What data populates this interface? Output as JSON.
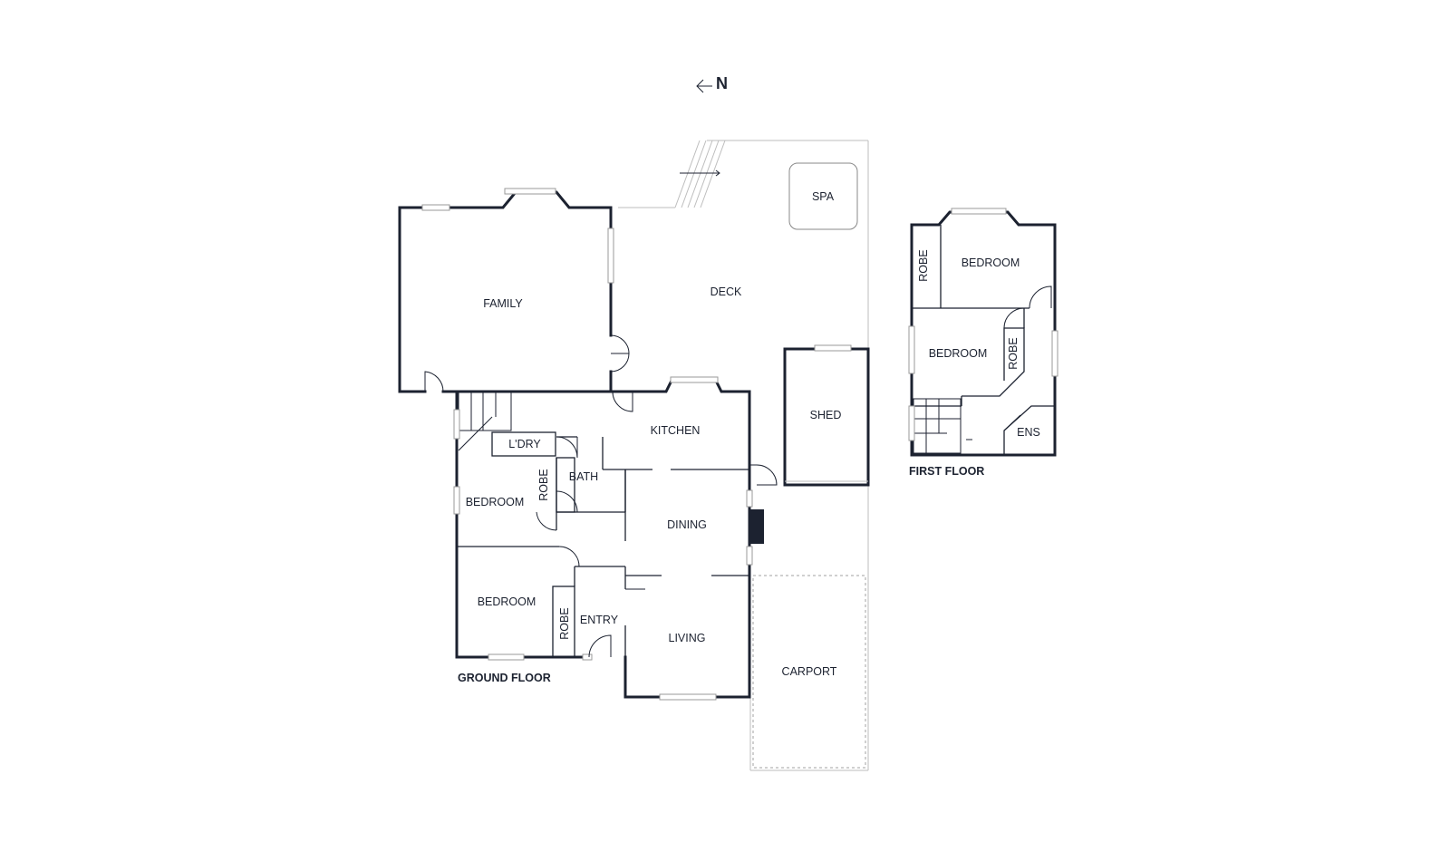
{
  "compass": {
    "label": "N"
  },
  "ground_floor": {
    "title": "GROUND FLOOR",
    "rooms": {
      "family": "FAMILY",
      "deck": "DECK",
      "spa": "SPA",
      "kitchen": "KITCHEN",
      "laundry": "L'DRY",
      "bath": "BATH",
      "robe_1": "ROBE",
      "bedroom_1": "BEDROOM",
      "bedroom_2": "BEDROOM",
      "robe_2": "ROBE",
      "entry": "ENTRY",
      "dining": "DINING",
      "living": "LIVING",
      "shed": "SHED",
      "carport": "CARPORT"
    }
  },
  "first_floor": {
    "title": "FIRST FLOOR",
    "rooms": {
      "robe_1": "ROBE",
      "bedroom_1": "BEDROOM",
      "bedroom_2": "BEDROOM",
      "robe_2": "ROBE",
      "ensuite": "ENS"
    }
  }
}
